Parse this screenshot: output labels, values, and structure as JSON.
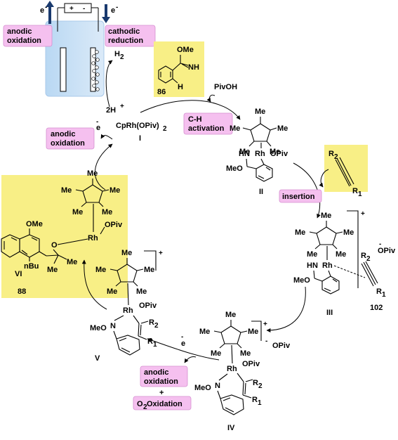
{
  "cell": {
    "electron_left": "e",
    "electron_right": "e",
    "electron_sup": "-",
    "plus": "+",
    "minus": "-",
    "anode_label": [
      "anodic",
      "oxidation"
    ],
    "cathode_label": [
      "cathodic",
      "reduction"
    ],
    "h2": "H",
    "h2_sub": "2",
    "protons": "2H",
    "protons_sup": "+"
  },
  "substrate": {
    "ome": "OMe",
    "nh": "NH",
    "h": "H",
    "number": "86"
  },
  "byproduct": "PivOH",
  "catalyst": "CpRh(OPiv)",
  "catalyst_sub": "2",
  "catalyst_roman": "I",
  "steps": {
    "ch_activation": [
      "C-H",
      "activation"
    ],
    "insertion": "insertion",
    "anodic_oxidation_top": [
      "anodic",
      "oxidation"
    ],
    "anodic_oxidation_bottom": [
      "anodic",
      "oxidation"
    ],
    "plus_sign": "+",
    "o2_oxidation": "O",
    "o2_sub": "2",
    "o2_rest": " Oxidation"
  },
  "electrons": {
    "e": "e",
    "sup": "-"
  },
  "common": {
    "me": "Me",
    "rh": "Rh",
    "opiv": "OPiv",
    "hn": "HN",
    "meo": "MeO",
    "n": "N",
    "r1": "R",
    "r1_sub": "1",
    "r2": "R",
    "r2_sub": "2",
    "plus": "+",
    "minus": "-"
  },
  "intermediates": {
    "II": "II",
    "III": "III",
    "IV": "IV",
    "V": "V",
    "VI": "VI"
  },
  "alkyne_number": "102",
  "product": {
    "ome": "OMe",
    "o": "O",
    "nbu": "nBu",
    "me": "Me",
    "number": "88",
    "roman": "VI"
  },
  "counter_anion": "OPiv",
  "counter_anion_minus": "-"
}
